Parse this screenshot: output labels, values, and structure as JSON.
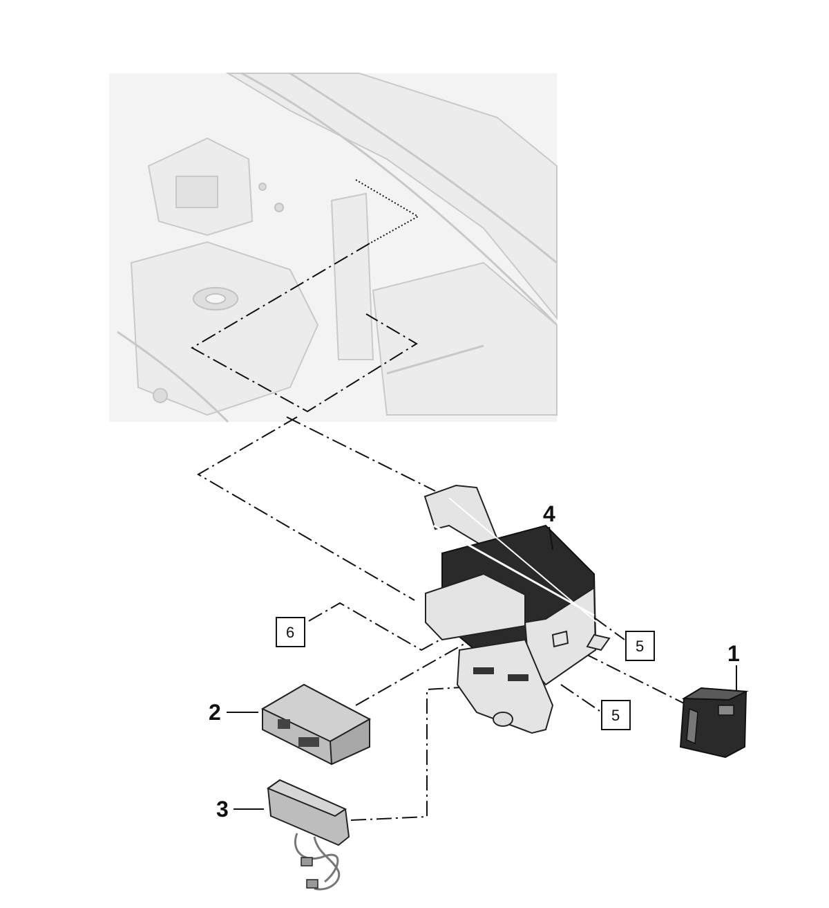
{
  "callouts": [
    {
      "id": "1",
      "label": "1"
    },
    {
      "id": "2",
      "label": "2"
    },
    {
      "id": "3",
      "label": "3"
    },
    {
      "id": "4",
      "label": "4"
    }
  ],
  "boxed_refs": [
    {
      "id": "5a",
      "label": "5"
    },
    {
      "id": "5b",
      "label": "5"
    },
    {
      "id": "6",
      "label": "6"
    }
  ]
}
